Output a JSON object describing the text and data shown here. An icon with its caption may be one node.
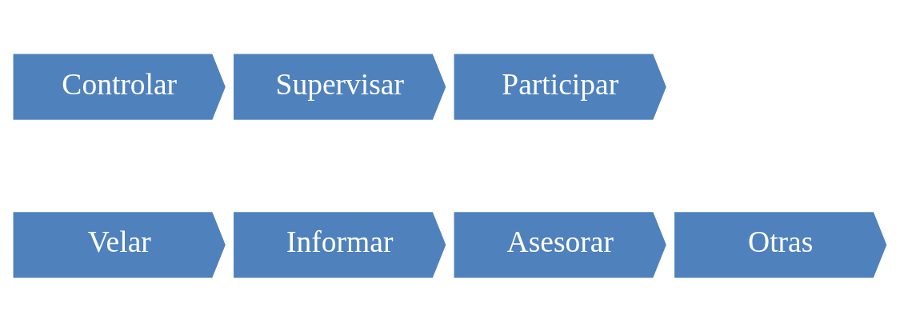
{
  "diagram": {
    "nodes": [
      {
        "text": [
          "Controlar"
        ]
      },
      {
        "text": [
          "Supervisar"
        ]
      },
      {
        "text": [
          "Participar"
        ]
      },
      {
        "text": [
          "Velar"
        ]
      },
      {
        "text": [
          "Informar"
        ]
      },
      {
        "text": [
          "Asesorar"
        ]
      },
      {
        "text": [
          "Otras"
        ]
      }
    ]
  }
}
